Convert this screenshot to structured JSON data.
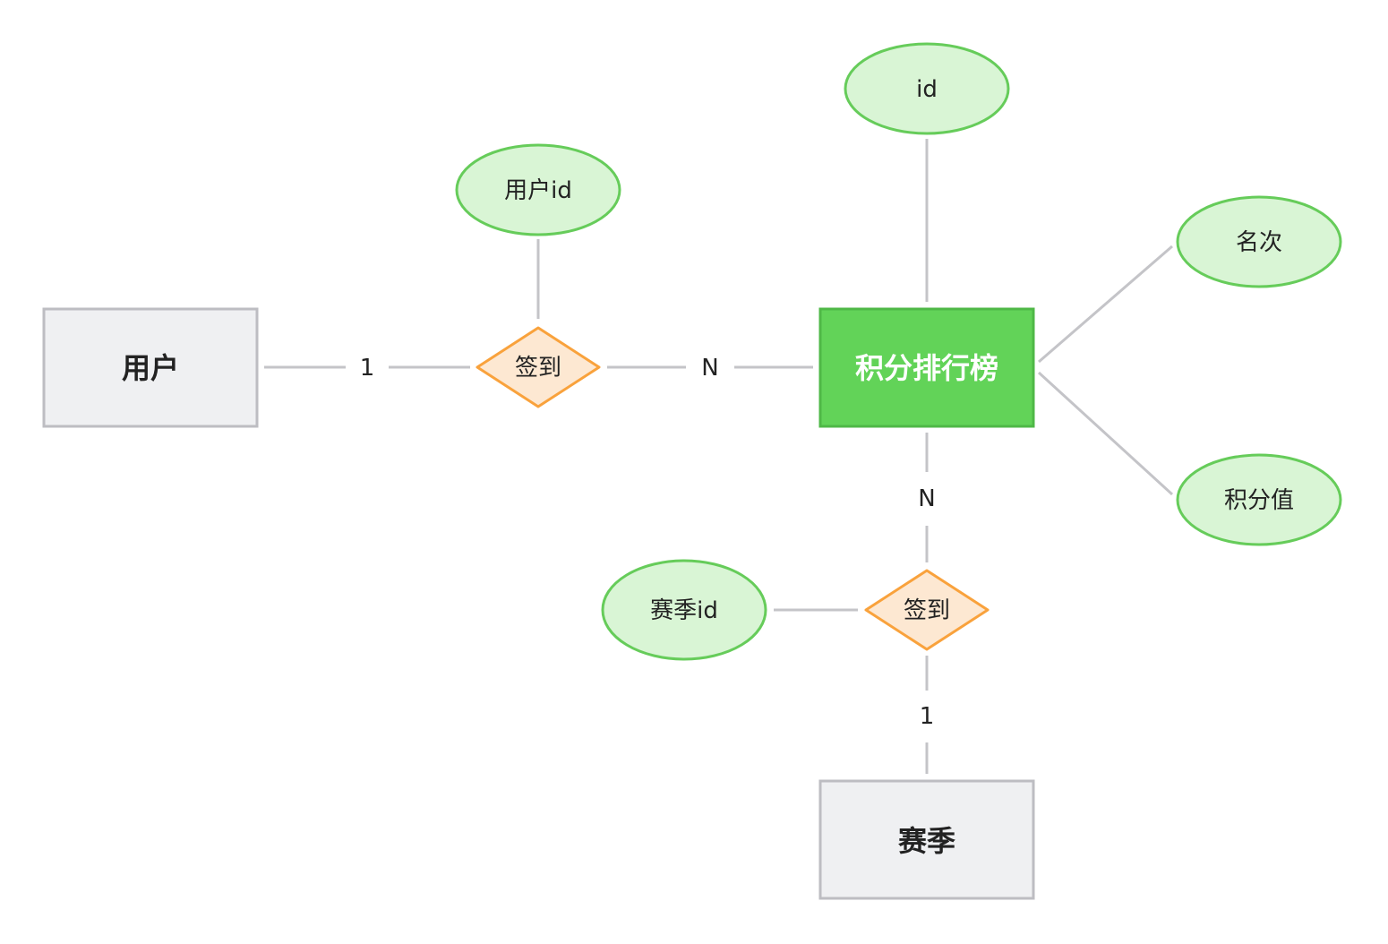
{
  "colors": {
    "line": "#c4c4c8",
    "entity_fill": "#eff0f2",
    "entity_stroke": "#bdbdc2",
    "main_entity_fill": "#62d358",
    "main_entity_stroke": "#4fb847",
    "attribute_fill": "#d9f5d5",
    "attribute_stroke": "#66cc5a",
    "relationship_fill": "#fde8d2",
    "relationship_stroke": "#f9a23c"
  },
  "entities": {
    "user": "用户",
    "leaderboard": "积分排行榜",
    "season": "赛季"
  },
  "attributes": {
    "user_id": "用户id",
    "id": "id",
    "rank": "名次",
    "points": "积分值",
    "season_id": "赛季id"
  },
  "relationships": {
    "user_leaderboard": "签到",
    "season_leaderboard": "签到"
  },
  "cardinalities": {
    "user_side": "1",
    "leaderboard_user_side": "N",
    "leaderboard_season_side": "N",
    "season_side": "1"
  }
}
